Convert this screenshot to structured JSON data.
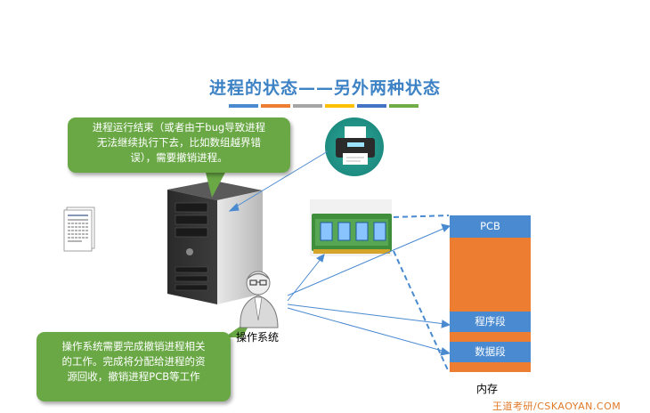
{
  "title": "进程的状态——另外两种状态",
  "title_bar_colors": [
    "#4a8ad0",
    "#ed7d31",
    "#a5a5a5",
    "#ffc000",
    "#4472c4",
    "#70ad47"
  ],
  "top_bubble": {
    "lines": [
      "进程运行结束（或者由于bug导致进程",
      "无法继续执行下去，比如数组越界错",
      "误），需要撤销进程。"
    ]
  },
  "bottom_bubble": {
    "lines": [
      "操作系统需要完成撤销进程相关",
      "的工作。完成将分配给进程的资",
      "源回收，撤销进程PCB等工作"
    ]
  },
  "os_label": "操作系统",
  "memory": {
    "label": "内存",
    "pcb": "PCB",
    "code_segment": "程序段",
    "data_segment": "数据段"
  },
  "watermark": "王道考研/CSKAOYAN.COM",
  "icons": [
    "document-icon",
    "computer-tower-icon",
    "printer-icon",
    "memory-module-icon",
    "os-person-icon"
  ],
  "colors": {
    "bubble_green": "#6aa846",
    "memory_orange": "#ed7d31",
    "memory_blue": "#4a8ad0",
    "title_blue": "#3c82c4"
  }
}
